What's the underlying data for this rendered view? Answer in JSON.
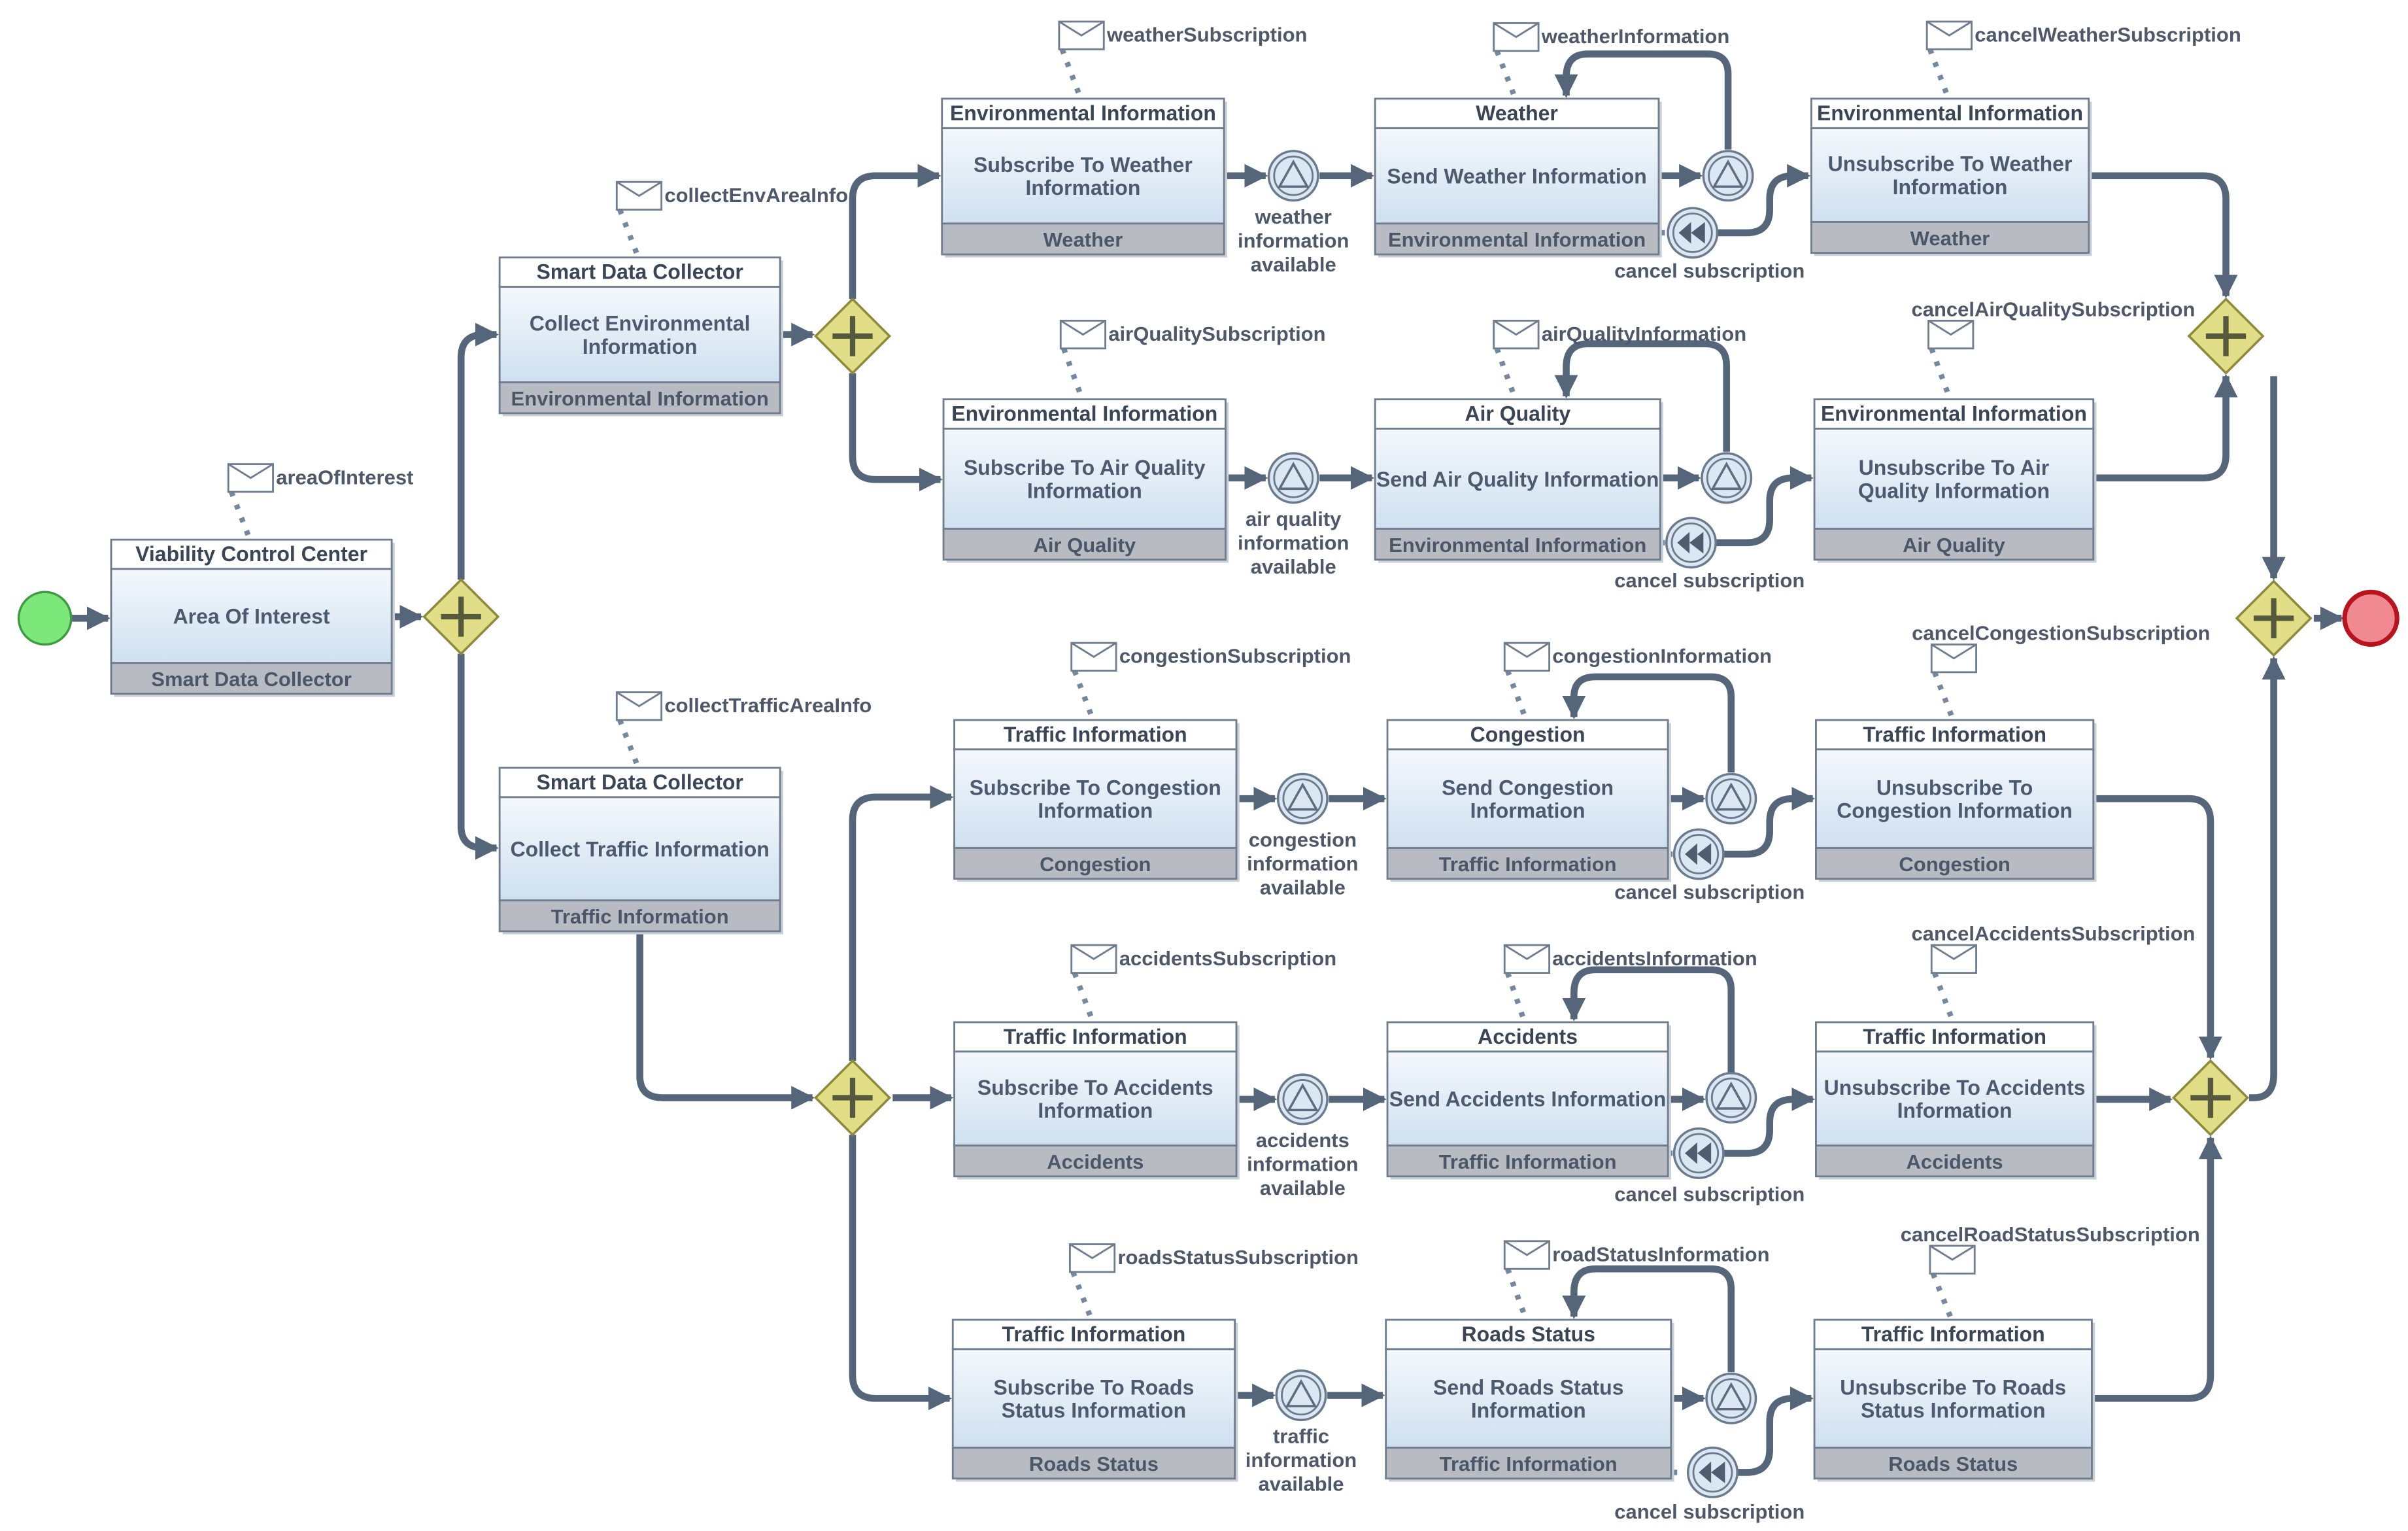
{
  "start_event": {
    "color": "#7de87a",
    "stroke": "#3e9b42"
  },
  "end_event": {
    "color": "#f08a90",
    "stroke": "#b8141e"
  },
  "gateway_color": "#e2de88",
  "task_gradient": [
    "#f4f8fc",
    "#cfe0f0"
  ],
  "tasks": [
    {
      "id": "area",
      "participant": "Viability Control Center",
      "name": [
        "Area Of Interest"
      ],
      "partner": "Smart Data Collector"
    },
    {
      "id": "collectEnv",
      "participant": "Smart Data Collector",
      "name": [
        "Collect Environmental",
        "Information"
      ],
      "partner": "Environmental Information"
    },
    {
      "id": "collectTraffic",
      "participant": "Smart Data Collector",
      "name": [
        "Collect Traffic Information"
      ],
      "partner": "Traffic Information"
    },
    {
      "id": "subWeather",
      "participant": "Environmental Information",
      "name": [
        "Subscribe To Weather",
        "Information"
      ],
      "partner": "Weather"
    },
    {
      "id": "sendWeather",
      "participant": "Weather",
      "name": [
        "Send Weather Information"
      ],
      "partner": "Environmental Information"
    },
    {
      "id": "unsubWeather",
      "participant": "Environmental Information",
      "name": [
        "Unsubscribe To Weather",
        "Information"
      ],
      "partner": "Weather"
    },
    {
      "id": "subAir",
      "participant": "Environmental Information",
      "name": [
        "Subscribe To Air Quality",
        "Information"
      ],
      "partner": "Air Quality"
    },
    {
      "id": "sendAir",
      "participant": "Air Quality",
      "name": [
        "Send Air Quality Information"
      ],
      "partner": "Environmental Information"
    },
    {
      "id": "unsubAir",
      "participant": "Environmental Information",
      "name": [
        "Unsubscribe To Air",
        "Quality Information"
      ],
      "partner": "Air Quality"
    },
    {
      "id": "subCong",
      "participant": "Traffic Information",
      "name": [
        "Subscribe To Congestion",
        "Information"
      ],
      "partner": "Congestion"
    },
    {
      "id": "sendCong",
      "participant": "Congestion",
      "name": [
        "Send Congestion",
        "Information"
      ],
      "partner": "Traffic Information"
    },
    {
      "id": "unsubCong",
      "participant": "Traffic Information",
      "name": [
        "Unsubscribe To",
        "Congestion Information"
      ],
      "partner": "Congestion"
    },
    {
      "id": "subAcc",
      "participant": "Traffic Information",
      "name": [
        "Subscribe To Accidents",
        "Information"
      ],
      "partner": "Accidents"
    },
    {
      "id": "sendAcc",
      "participant": "Accidents",
      "name": [
        "Send Accidents Information"
      ],
      "partner": "Traffic Information"
    },
    {
      "id": "unsubAcc",
      "participant": "Traffic Information",
      "name": [
        "Unsubscribe To Accidents",
        "Information"
      ],
      "partner": "Accidents"
    },
    {
      "id": "subRoads",
      "participant": "Traffic Information",
      "name": [
        "Subscribe To Roads",
        "Status Information"
      ],
      "partner": "Roads Status"
    },
    {
      "id": "sendRoads",
      "participant": "Roads Status",
      "name": [
        "Send Roads Status",
        "Information"
      ],
      "partner": "Traffic Information"
    },
    {
      "id": "unsubRoads",
      "participant": "Traffic Information",
      "name": [
        "Unsubscribe To Roads",
        "Status Information"
      ],
      "partner": "Roads Status"
    }
  ],
  "messages": [
    {
      "id": "m_area",
      "label": "areaOfInterest"
    },
    {
      "id": "m_env",
      "label": "collectEnvAreaInfo"
    },
    {
      "id": "m_traffic",
      "label": "collectTrafficAreaInfo"
    },
    {
      "id": "m_wsub",
      "label": "weatherSubscription"
    },
    {
      "id": "m_winfo",
      "label": "weatherInformation"
    },
    {
      "id": "m_wcancel",
      "label": "cancelWeatherSubscription"
    },
    {
      "id": "m_asub",
      "label": "airQualitySubscription"
    },
    {
      "id": "m_ainfo",
      "label": "airQualityInformation"
    },
    {
      "id": "m_acancel",
      "label": "cancelAirQualitySubscription"
    },
    {
      "id": "m_csub",
      "label": "congestionSubscription"
    },
    {
      "id": "m_cinfo",
      "label": "congestionInformation"
    },
    {
      "id": "m_ccancel",
      "label": "cancelCongestionSubscription"
    },
    {
      "id": "m_xsub",
      "label": "accidentsSubscription"
    },
    {
      "id": "m_xinfo",
      "label": "accidentsInformation"
    },
    {
      "id": "m_xcancel",
      "label": "cancelAccidentsSubscription"
    },
    {
      "id": "m_rsub",
      "label": "roadsStatusSubscription"
    },
    {
      "id": "m_rinfo",
      "label": "roadStatusInformation"
    },
    {
      "id": "m_rcancel",
      "label": "cancelRoadStatusSubscription"
    }
  ],
  "events": [
    {
      "id": "e_w",
      "label": [
        "weather",
        "information",
        "available"
      ]
    },
    {
      "id": "e_a",
      "label": [
        "air quality",
        "information",
        "available"
      ]
    },
    {
      "id": "e_c",
      "label": [
        "congestion",
        "information",
        "available"
      ]
    },
    {
      "id": "e_x",
      "label": [
        "accidents",
        "information",
        "available"
      ]
    },
    {
      "id": "e_r",
      "label": [
        "traffic",
        "information",
        "available"
      ]
    }
  ],
  "cancel_label": "cancel subscription"
}
